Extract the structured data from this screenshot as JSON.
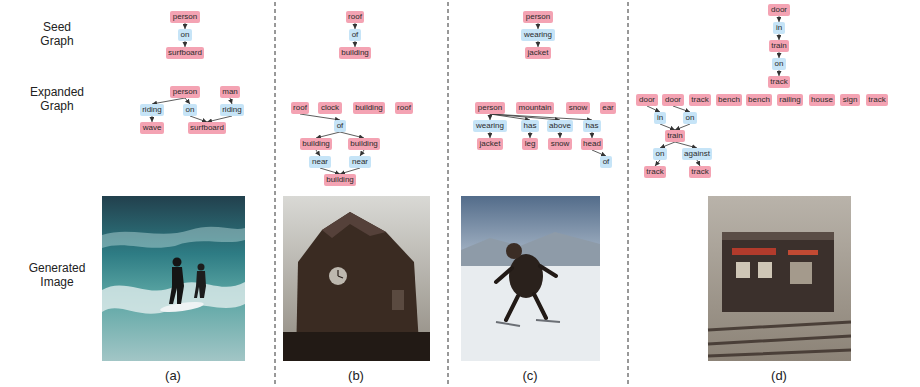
{
  "diagram": {
    "nodes": [
      {
        "text": [
          "person"
        ]
      },
      {
        "text": [
          "on"
        ]
      },
      {
        "text": [
          "surfboard"
        ]
      },
      {
        "text": [
          "person"
        ]
      },
      {
        "text": [
          "man"
        ]
      },
      {
        "text": [
          "riding"
        ]
      },
      {
        "text": [
          "on"
        ]
      },
      {
        "text": [
          "riding"
        ]
      },
      {
        "text": [
          "wave"
        ]
      },
      {
        "text": [
          "surfboard"
        ]
      },
      {
        "text": [
          "roof"
        ]
      },
      {
        "text": [
          "of"
        ]
      },
      {
        "text": [
          "building"
        ]
      },
      {
        "text": [
          "roof"
        ]
      },
      {
        "text": [
          "clock"
        ]
      },
      {
        "text": [
          "building"
        ]
      },
      {
        "text": [
          "roof"
        ]
      },
      {
        "text": [
          "of"
        ]
      },
      {
        "text": [
          "building"
        ]
      },
      {
        "text": [
          "building"
        ]
      },
      {
        "text": [
          "near"
        ]
      },
      {
        "text": [
          "near"
        ]
      },
      {
        "text": [
          "building"
        ]
      },
      {
        "text": [
          "person"
        ]
      },
      {
        "text": [
          "wearing"
        ]
      },
      {
        "text": [
          "jacket"
        ]
      },
      {
        "text": [
          "person"
        ]
      },
      {
        "text": [
          "mountain"
        ]
      },
      {
        "text": [
          "snow"
        ]
      },
      {
        "text": [
          "ear"
        ]
      },
      {
        "text": [
          "wearing"
        ]
      },
      {
        "text": [
          "has"
        ]
      },
      {
        "text": [
          "above"
        ]
      },
      {
        "text": [
          "has"
        ]
      },
      {
        "text": [
          "jacket"
        ]
      },
      {
        "text": [
          "leg"
        ]
      },
      {
        "text": [
          "snow"
        ]
      },
      {
        "text": [
          "head"
        ]
      },
      {
        "text": [
          "of"
        ]
      },
      {
        "text": [
          "door"
        ]
      },
      {
        "text": [
          "in"
        ]
      },
      {
        "text": [
          "train"
        ]
      },
      {
        "text": [
          "on"
        ]
      },
      {
        "text": [
          "track"
        ]
      },
      {
        "text": [
          "door"
        ]
      },
      {
        "text": [
          "door"
        ]
      },
      {
        "text": [
          "track"
        ]
      },
      {
        "text": [
          "bench"
        ]
      },
      {
        "text": [
          "bench"
        ]
      },
      {
        "text": [
          "railing"
        ]
      },
      {
        "text": [
          "house"
        ]
      },
      {
        "text": [
          "sign"
        ]
      },
      {
        "text": [
          "track"
        ]
      },
      {
        "text": [
          "in"
        ]
      },
      {
        "text": [
          "on"
        ]
      },
      {
        "text": [
          "train"
        ]
      },
      {
        "text": [
          "on"
        ]
      },
      {
        "text": [
          "against"
        ]
      },
      {
        "text": [
          "track"
        ]
      },
      {
        "text": [
          "track"
        ]
      }
    ],
    "edges": [
      {
        "from": 0,
        "to": 1,
        "arrow": "to"
      },
      {
        "from": 1,
        "to": 2,
        "arrow": "to"
      },
      {
        "from": 3,
        "to": 5,
        "arrow": "to"
      },
      {
        "from": 3,
        "to": 6,
        "arrow": "to"
      },
      {
        "from": 4,
        "to": 7,
        "arrow": "to"
      },
      {
        "from": 5,
        "to": 8,
        "arrow": "to"
      },
      {
        "from": 6,
        "to": 9,
        "arrow": "to"
      },
      {
        "from": 7,
        "to": 9,
        "arrow": "to"
      },
      {
        "from": 10,
        "to": 11,
        "arrow": "to"
      },
      {
        "from": 11,
        "to": 12,
        "arrow": "to"
      },
      {
        "from": 13,
        "to": 17,
        "arrow": "to"
      },
      {
        "from": 17,
        "to": 18,
        "arrow": "to"
      },
      {
        "from": 17,
        "to": 19,
        "arrow": "to"
      },
      {
        "from": 18,
        "to": 20,
        "arrow": "to"
      },
      {
        "from": 19,
        "to": 21,
        "arrow": "to"
      },
      {
        "from": 20,
        "to": 22,
        "arrow": "to"
      },
      {
        "from": 21,
        "to": 22,
        "arrow": "to"
      },
      {
        "from": 23,
        "to": 24,
        "arrow": "to"
      },
      {
        "from": 24,
        "to": 25,
        "arrow": "to"
      },
      {
        "from": 26,
        "to": 30,
        "arrow": "to"
      },
      {
        "from": 26,
        "to": 31,
        "arrow": "to"
      },
      {
        "from": 26,
        "to": 32,
        "arrow": "to"
      },
      {
        "from": 26,
        "to": 33,
        "arrow": "to"
      },
      {
        "from": 30,
        "to": 34,
        "arrow": "to"
      },
      {
        "from": 31,
        "to": 35,
        "arrow": "to"
      },
      {
        "from": 32,
        "to": 36,
        "arrow": "to"
      },
      {
        "from": 33,
        "to": 37,
        "arrow": "to"
      },
      {
        "from": 37,
        "to": 38,
        "arrow": "to"
      },
      {
        "from": 39,
        "to": 40,
        "arrow": "to"
      },
      {
        "from": 40,
        "to": 41,
        "arrow": "to"
      },
      {
        "from": 41,
        "to": 42,
        "arrow": "to"
      },
      {
        "from": 42,
        "to": 43,
        "arrow": "to"
      },
      {
        "from": 44,
        "to": 53,
        "arrow": "to"
      },
      {
        "from": 45,
        "to": 54,
        "arrow": "to"
      },
      {
        "from": 53,
        "to": 55,
        "arrow": "to"
      },
      {
        "from": 54,
        "to": 55,
        "arrow": "to"
      },
      {
        "from": 55,
        "to": 56,
        "arrow": "to"
      },
      {
        "from": 55,
        "to": 57,
        "arrow": "to"
      },
      {
        "from": 56,
        "to": 58,
        "arrow": "to"
      },
      {
        "from": 57,
        "to": 59,
        "arrow": "to"
      }
    ],
    "labels": [
      "Seed Graph",
      "Expanded Graph",
      "Generated Image",
      "(a)",
      "(b)",
      "(c)",
      "(d)"
    ]
  }
}
